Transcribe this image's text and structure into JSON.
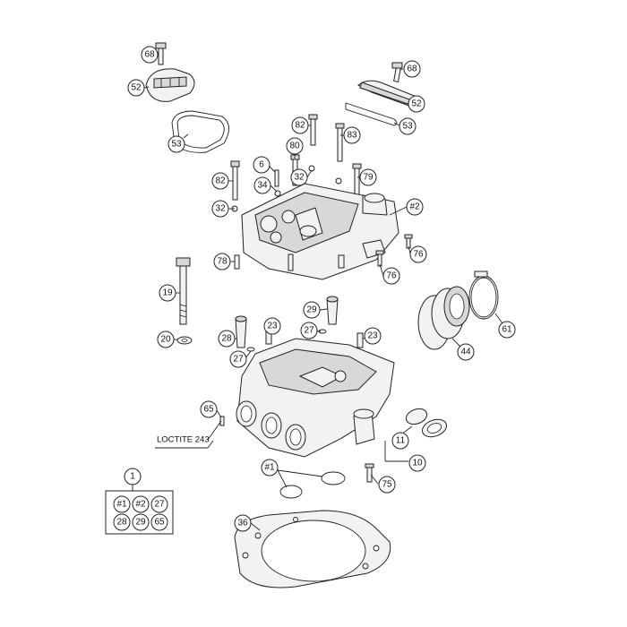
{
  "diagram": {
    "callouts": [
      {
        "id": "c68a",
        "label": "68"
      },
      {
        "id": "c52a",
        "label": "52"
      },
      {
        "id": "c53a",
        "label": "53"
      },
      {
        "id": "c68b",
        "label": "68"
      },
      {
        "id": "c52b",
        "label": "52"
      },
      {
        "id": "c53b",
        "label": "53"
      },
      {
        "id": "c82a",
        "label": "82"
      },
      {
        "id": "c83",
        "label": "83"
      },
      {
        "id": "c80",
        "label": "80"
      },
      {
        "id": "c6",
        "label": "6"
      },
      {
        "id": "c32a",
        "label": "32"
      },
      {
        "id": "c79",
        "label": "79"
      },
      {
        "id": "c82b",
        "label": "82"
      },
      {
        "id": "c34",
        "label": "34"
      },
      {
        "id": "c32b",
        "label": "32"
      },
      {
        "id": "cH2",
        "label": "#2"
      },
      {
        "id": "c76a",
        "label": "76"
      },
      {
        "id": "c78",
        "label": "78"
      },
      {
        "id": "c76b",
        "label": "76"
      },
      {
        "id": "c19",
        "label": "19"
      },
      {
        "id": "c29",
        "label": "29"
      },
      {
        "id": "c27a",
        "label": "27"
      },
      {
        "id": "c23a",
        "label": "23"
      },
      {
        "id": "c23b",
        "label": "23"
      },
      {
        "id": "c28",
        "label": "28"
      },
      {
        "id": "c20",
        "label": "20"
      },
      {
        "id": "c27b",
        "label": "27"
      },
      {
        "id": "c61",
        "label": "61"
      },
      {
        "id": "c44",
        "label": "44"
      },
      {
        "id": "c65",
        "label": "65"
      },
      {
        "id": "c11",
        "label": "11"
      },
      {
        "id": "c10",
        "label": "10"
      },
      {
        "id": "cH1",
        "label": "#1"
      },
      {
        "id": "c75",
        "label": "75"
      },
      {
        "id": "c1",
        "label": "1"
      },
      {
        "id": "c36",
        "label": "36"
      }
    ],
    "kit_box": [
      "#1",
      "#2",
      "27",
      "28",
      "29",
      "65"
    ],
    "note": "LOCTITE 243"
  }
}
